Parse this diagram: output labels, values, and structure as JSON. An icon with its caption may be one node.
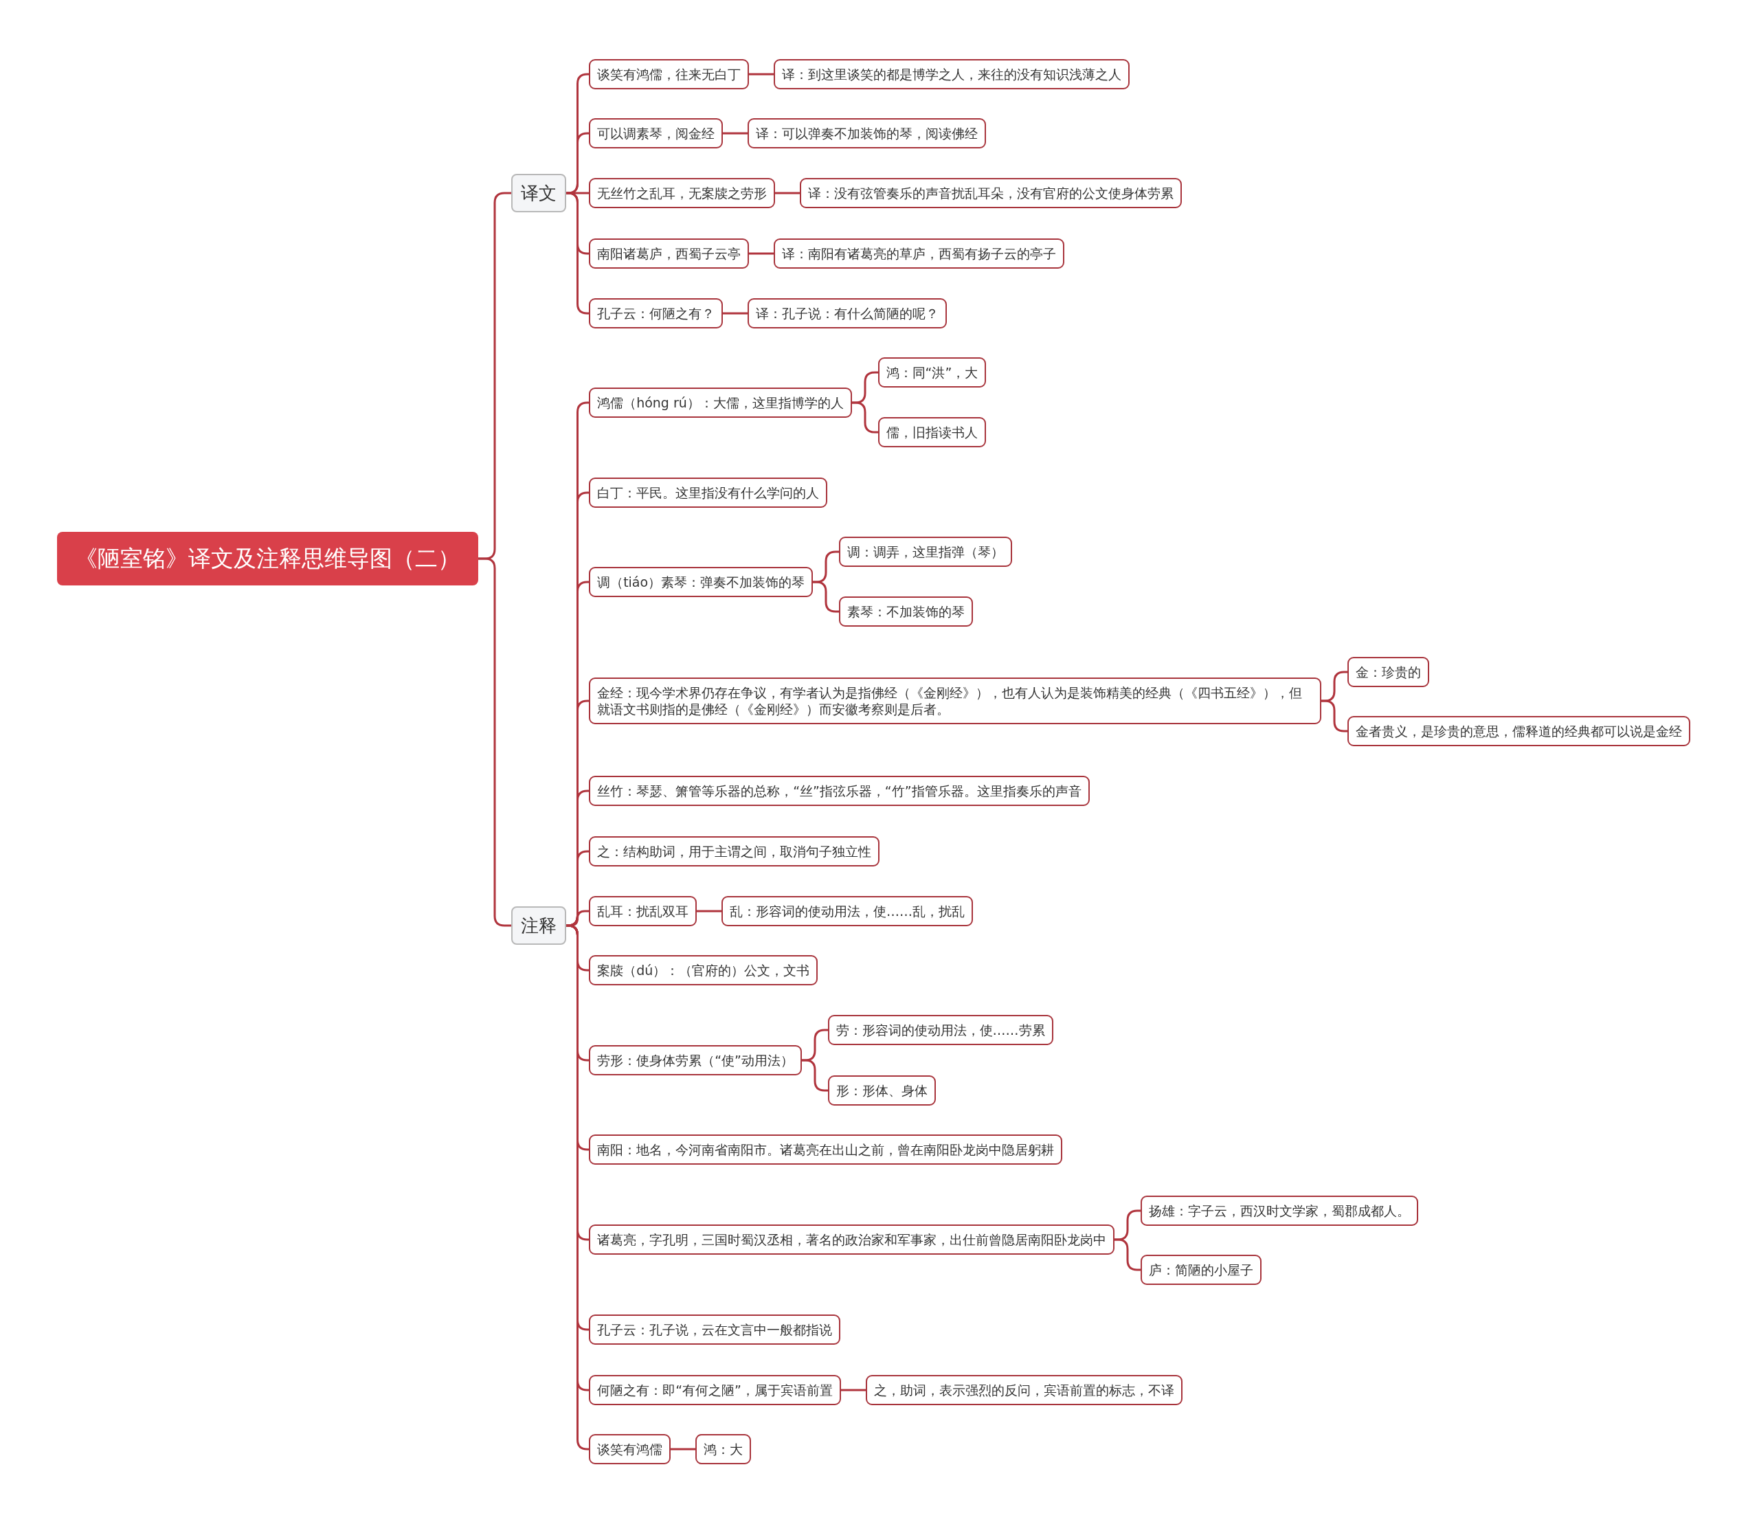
{
  "diagram": {
    "nodes": [
      {
        "text": [
          "《陋室铭》译文及注释思维导图（二）"
        ]
      },
      {
        "text": [
          "译文"
        ]
      },
      {
        "text": [
          "谈笑有鸿儒，往来无白丁"
        ]
      },
      {
        "text": [
          "译：到这里谈笑的都是博学之人，来往的没有知识浅薄之人"
        ]
      },
      {
        "text": [
          "可以调素琴，阅金经"
        ]
      },
      {
        "text": [
          "译：可以弹奏不加装饰的琴，阅读佛经"
        ]
      },
      {
        "text": [
          "无丝竹之乱耳，无案牍之劳形"
        ]
      },
      {
        "text": [
          "译：没有弦管奏乐的声音扰乱耳朵，没有官府的公文使身体劳累"
        ]
      },
      {
        "text": [
          "南阳诸葛庐，西蜀子云亭"
        ]
      },
      {
        "text": [
          "译：南阳有诸葛亮的草庐，西蜀有扬子云的亭子"
        ]
      },
      {
        "text": [
          "孔子云：何陋之有？"
        ]
      },
      {
        "text": [
          "译：孔子说：有什么简陋的呢？"
        ]
      },
      {
        "text": [
          "注释"
        ]
      },
      {
        "text": [
          "鸿儒（hóng rú）：大儒，这里指博学的人"
        ]
      },
      {
        "text": [
          "鸿：同“洪”，大"
        ]
      },
      {
        "text": [
          "儒，旧指读书人"
        ]
      },
      {
        "text": [
          "白丁：平民。这里指没有什么学问的人"
        ]
      },
      {
        "text": [
          "调（tiáo）素琴：弹奏不加装饰的琴"
        ]
      },
      {
        "text": [
          "调：调弄，这里指弹（琴）"
        ]
      },
      {
        "text": [
          "素琴：不加装饰的琴"
        ]
      },
      {
        "text": [
          "金经：现今学术界仍存在争议，有学者认为是指佛经（《金刚经》），也有人认为是装饰精美的经典（《四书五经》），但就语文书则指的是佛经（《金刚经》）而安徽考察则是后者。"
        ]
      },
      {
        "text": [
          "金：珍贵的"
        ]
      },
      {
        "text": [
          "金者贵义，是珍贵的意思，儒释道的经典都可以说是金经"
        ]
      },
      {
        "text": [
          "丝竹：琴瑟、箫管等乐器的总称，“丝”指弦乐器，“竹”指管乐器。这里指奏乐的声音"
        ]
      },
      {
        "text": [
          "之：结构助词，用于主谓之间，取消句子独立性"
        ]
      },
      {
        "text": [
          "乱耳：扰乱双耳"
        ]
      },
      {
        "text": [
          "乱：形容词的使动用法，使……乱，扰乱"
        ]
      },
      {
        "text": [
          "案牍（dú）：（官府的）公文，文书"
        ]
      },
      {
        "text": [
          "劳形：使身体劳累（“使”动用法）"
        ]
      },
      {
        "text": [
          "劳：形容词的使动用法，使……劳累"
        ]
      },
      {
        "text": [
          "形：形体、身体"
        ]
      },
      {
        "text": [
          "南阳：地名，今河南省南阳市。诸葛亮在出山之前，曾在南阳卧龙岗中隐居躬耕"
        ]
      },
      {
        "text": [
          "诸葛亮，字孔明，三国时蜀汉丞相，著名的政治家和军事家，出仕前曾隐居南阳卧龙岗中"
        ]
      },
      {
        "text": [
          "扬雄：字子云，西汉时文学家，蜀郡成都人。"
        ]
      },
      {
        "text": [
          "庐：简陋的小屋子"
        ]
      },
      {
        "text": [
          "孔子云：孔子说，云在文言中一般都指说"
        ]
      },
      {
        "text": [
          "何陋之有：即“有何之陋”，属于宾语前置"
        ]
      },
      {
        "text": [
          "之，助词，表示强烈的反问，宾语前置的标志，不译"
        ]
      },
      {
        "text": [
          "谈笑有鸿儒"
        ]
      },
      {
        "text": [
          "鸿：大"
        ]
      }
    ],
    "edges": [
      {
        "from": 0,
        "to": 1,
        "arrow": "none"
      },
      {
        "from": 0,
        "to": 12,
        "arrow": "none"
      },
      {
        "from": 1,
        "to": 2,
        "arrow": "none"
      },
      {
        "from": 1,
        "to": 4,
        "arrow": "none"
      },
      {
        "from": 1,
        "to": 6,
        "arrow": "none"
      },
      {
        "from": 1,
        "to": 8,
        "arrow": "none"
      },
      {
        "from": 1,
        "to": 10,
        "arrow": "none"
      },
      {
        "from": 2,
        "to": 3,
        "arrow": "none"
      },
      {
        "from": 4,
        "to": 5,
        "arrow": "none"
      },
      {
        "from": 6,
        "to": 7,
        "arrow": "none"
      },
      {
        "from": 8,
        "to": 9,
        "arrow": "none"
      },
      {
        "from": 10,
        "to": 11,
        "arrow": "none"
      },
      {
        "from": 12,
        "to": 13,
        "arrow": "none"
      },
      {
        "from": 12,
        "to": 16,
        "arrow": "none"
      },
      {
        "from": 12,
        "to": 17,
        "arrow": "none"
      },
      {
        "from": 12,
        "to": 20,
        "arrow": "none"
      },
      {
        "from": 12,
        "to": 23,
        "arrow": "none"
      },
      {
        "from": 12,
        "to": 24,
        "arrow": "none"
      },
      {
        "from": 12,
        "to": 25,
        "arrow": "none"
      },
      {
        "from": 12,
        "to": 27,
        "arrow": "none"
      },
      {
        "from": 12,
        "to": 28,
        "arrow": "none"
      },
      {
        "from": 12,
        "to": 31,
        "arrow": "none"
      },
      {
        "from": 12,
        "to": 32,
        "arrow": "none"
      },
      {
        "from": 12,
        "to": 35,
        "arrow": "none"
      },
      {
        "from": 12,
        "to": 36,
        "arrow": "none"
      },
      {
        "from": 12,
        "to": 38,
        "arrow": "none"
      },
      {
        "from": 13,
        "to": 14,
        "arrow": "none"
      },
      {
        "from": 13,
        "to": 15,
        "arrow": "none"
      },
      {
        "from": 17,
        "to": 18,
        "arrow": "none"
      },
      {
        "from": 17,
        "to": 19,
        "arrow": "none"
      },
      {
        "from": 20,
        "to": 21,
        "arrow": "none"
      },
      {
        "from": 20,
        "to": 22,
        "arrow": "none"
      },
      {
        "from": 25,
        "to": 26,
        "arrow": "none"
      },
      {
        "from": 28,
        "to": 29,
        "arrow": "none"
      },
      {
        "from": 28,
        "to": 30,
        "arrow": "none"
      },
      {
        "from": 32,
        "to": 33,
        "arrow": "none"
      },
      {
        "from": 32,
        "to": 34,
        "arrow": "none"
      },
      {
        "from": 36,
        "to": 37,
        "arrow": "none"
      },
      {
        "from": 38,
        "to": 39,
        "arrow": "none"
      }
    ]
  }
}
